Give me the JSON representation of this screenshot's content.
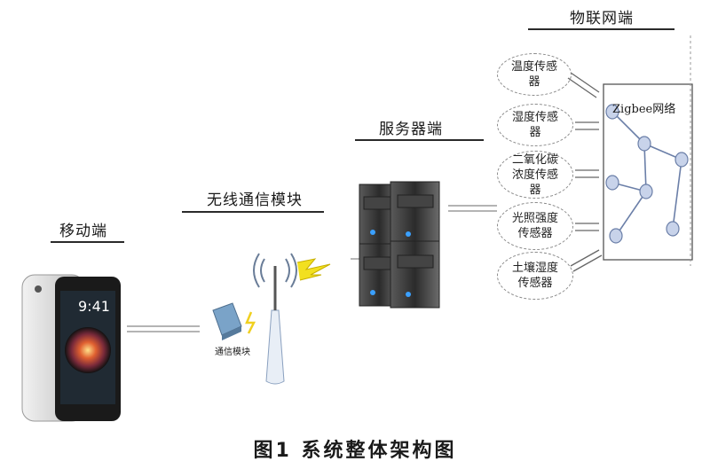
{
  "labels": {
    "mobile": "移动端",
    "wireless": "无线通信模块",
    "server": "服务器端",
    "iot": "物联网端",
    "comm_module": "通信模块",
    "zigbee": "Zigbee网络",
    "phone_time": "9:41"
  },
  "sensors": [
    {
      "name": "温度传感器"
    },
    {
      "name": "湿度传感器"
    },
    {
      "name": "二氧化碳浓度传感器"
    },
    {
      "name": "光照强度传感器"
    },
    {
      "name": "土壤湿度传感器"
    }
  ],
  "caption": "图1   系统整体架构图"
}
